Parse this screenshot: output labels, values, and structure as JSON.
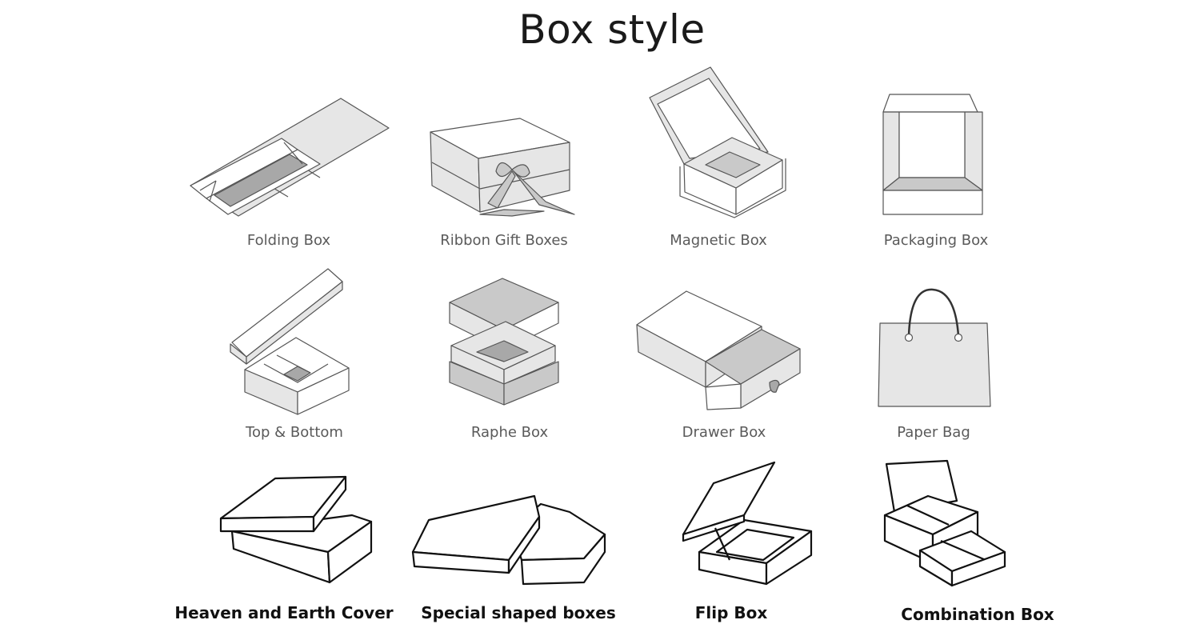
{
  "title": "Box style",
  "row1": {
    "folding_box": "Folding Box",
    "ribbon_gift_boxes": "Ribbon Gift Boxes",
    "magnetic_box": "Magnetic Box",
    "packaging_box": "Packaging Box"
  },
  "row2": {
    "top_bottom": "Top & Bottom",
    "raphe_box": "Raphe Box",
    "drawer_box": "Drawer Box",
    "paper_bag": "Paper Bag"
  },
  "row3": {
    "heaven_earth_cover": "Heaven and Earth Cover",
    "special_shaped_boxes": "Special shaped boxes",
    "flip_box": "Flip Box",
    "combination_box": "Combination Box"
  }
}
